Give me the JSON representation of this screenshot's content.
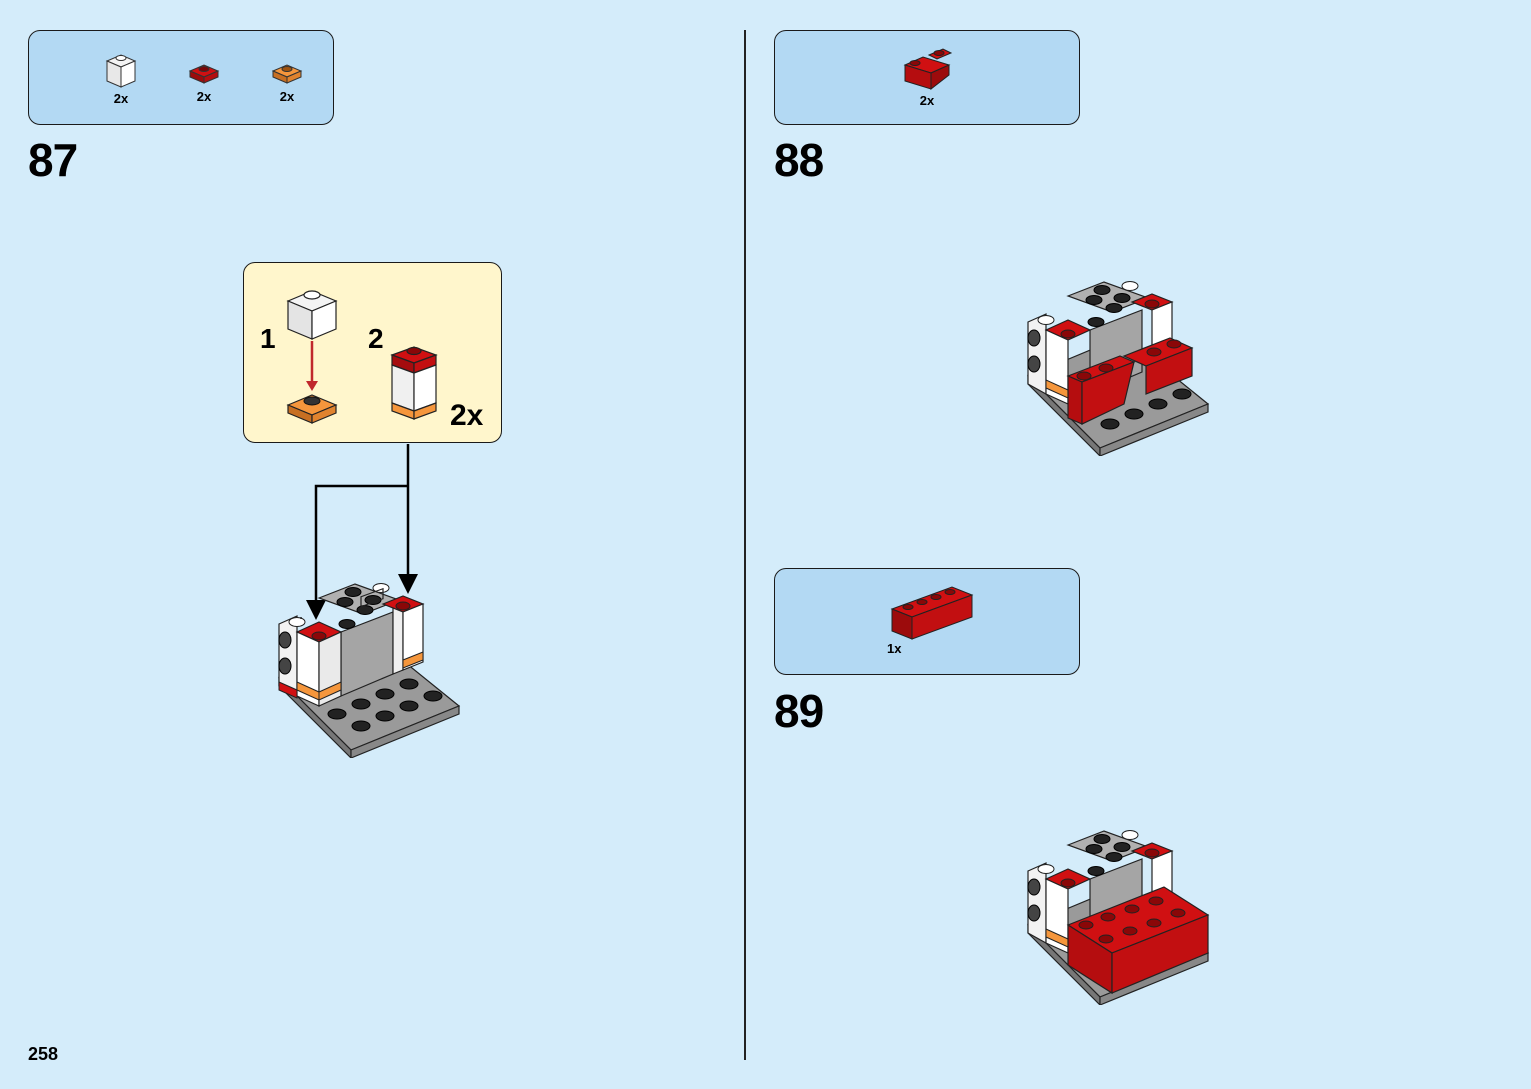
{
  "page_number": "258",
  "colors": {
    "background": "#d4ecfa",
    "parts_box": "#b3d9f3",
    "callout": "#fff6cc",
    "red": "#d01012",
    "white": "#ffffff",
    "orange": "#f5963c",
    "gray": "#a0a0a0",
    "dark_stud": "#222222"
  },
  "steps": [
    {
      "number": "87",
      "parts": [
        {
          "icon": "white-brick-1x1-icon",
          "qty": "2x"
        },
        {
          "icon": "red-plate-1x1-icon",
          "qty": "2x"
        },
        {
          "icon": "orange-plate-1x1-icon",
          "qty": "2x"
        }
      ],
      "callout": {
        "sub1": "1",
        "sub2": "2",
        "multiplier": "2x"
      }
    },
    {
      "number": "88",
      "parts": [
        {
          "icon": "red-slope-brick-icon",
          "qty": "2x"
        }
      ]
    },
    {
      "number": "89",
      "parts": [
        {
          "icon": "red-brick-1x4-icon",
          "qty": "1x"
        }
      ]
    }
  ]
}
